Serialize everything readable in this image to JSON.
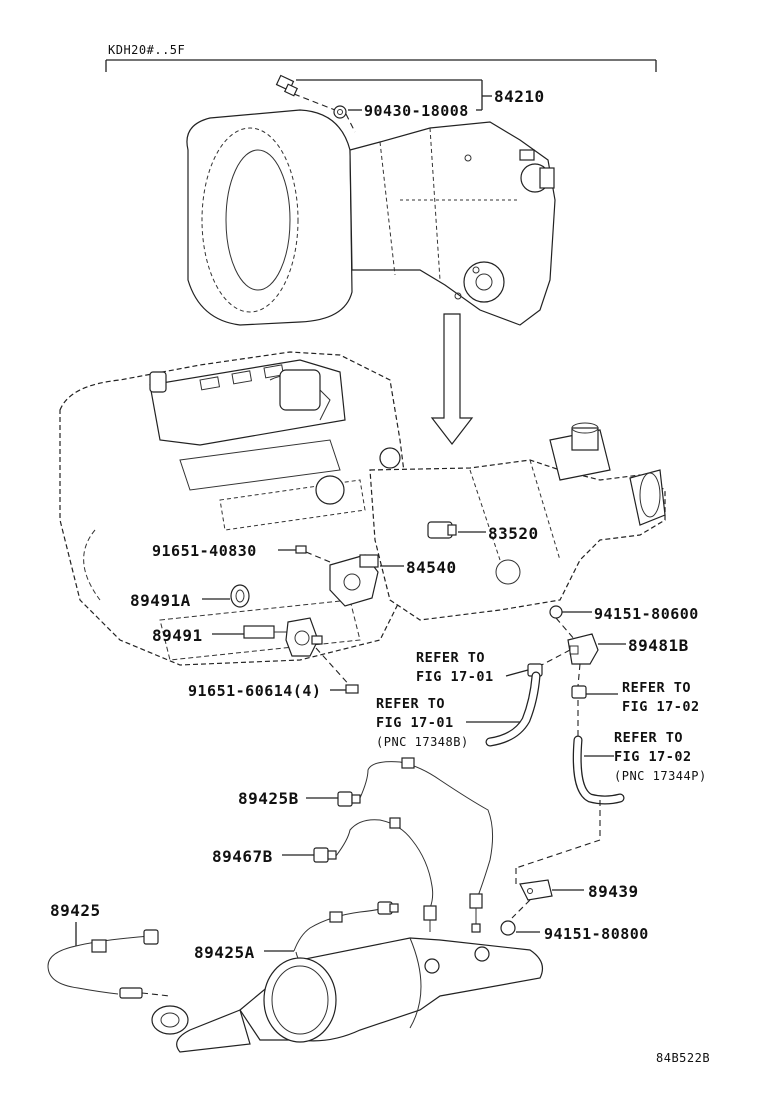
{
  "header": {
    "model_code": "KDH20#..5F"
  },
  "footer": {
    "figure_code": "84B522B"
  },
  "callouts": {
    "p84210": "84210",
    "p90430": "90430-18008",
    "p83520": "83520",
    "p91651_40830": "91651-40830",
    "p84540": "84540",
    "p89491A": "89491A",
    "p94151_80600": "94151-80600",
    "p89491": "89491",
    "p89481B": "89481B",
    "p91651_60614": "91651-60614(4)",
    "p89425B": "89425B",
    "p89467B": "89467B",
    "p89439": "89439",
    "p89425": "89425",
    "p94151_80800": "94151-80800",
    "p89425A": "89425A"
  },
  "references": {
    "r1_line1": "REFER TO",
    "r1_line2": "FIG 17-01",
    "r2_line1": "REFER TO",
    "r2_line2": "FIG 17-01",
    "r2_line3": "(PNC 17348B)",
    "r3_line1": "REFER TO",
    "r3_line2": "FIG 17-02",
    "r4_line1": "REFER TO",
    "r4_line2": "FIG 17-02",
    "r4_line3": "(PNC 17344P)"
  }
}
